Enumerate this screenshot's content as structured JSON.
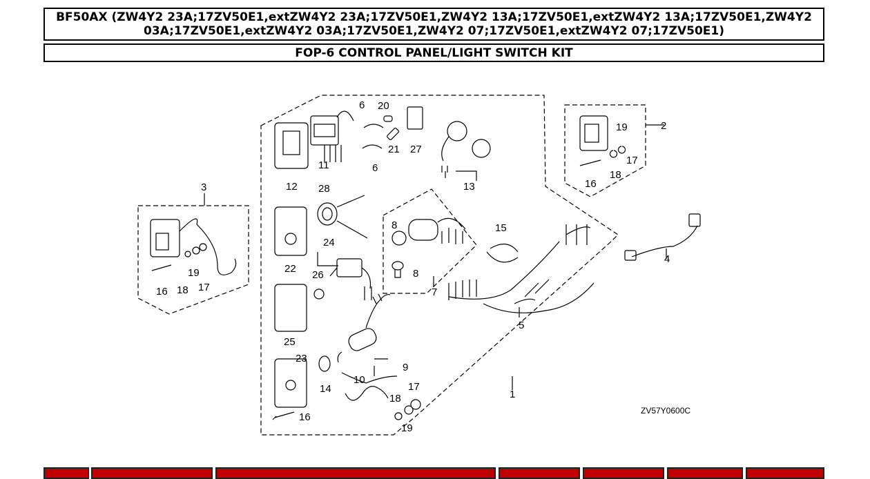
{
  "header": {
    "title": "BF50AX (ZW4Y2 23A;17ZV50E1,extZW4Y2 23A;17ZV50E1,ZW4Y2 13A;17ZV50E1,extZW4Y2 13A;17ZV50E1,ZW4Y2 03A;17ZV50E1,extZW4Y2 03A;17ZV50E1,ZW4Y2 07;17ZV50E1,extZW4Y2 07;17ZV50E1)",
    "subtitle": "FOP-6 CONTROL PANEL/LIGHT SWITCH KIT"
  },
  "diagram": {
    "code": "ZV57Y0600C",
    "callouts": {
      "c1": "1",
      "c2": "2",
      "c3": "3",
      "c4": "4",
      "c5": "5",
      "c6a": "6",
      "c6b": "6",
      "c7": "7",
      "c8a": "8",
      "c8b": "8",
      "c9": "9",
      "c10": "10",
      "c11": "11",
      "c12": "12",
      "c13": "13",
      "c14": "14",
      "c15": "15",
      "c16a": "16",
      "c16b": "16",
      "c16c": "16",
      "c17a": "17",
      "c17b": "17",
      "c17c": "17",
      "c18a": "18",
      "c18b": "18",
      "c18c": "18",
      "c19a": "19",
      "c19b": "19",
      "c19c": "19",
      "c20": "20",
      "c21": "21",
      "c22": "22",
      "c23": "23",
      "c24": "24",
      "c25": "25",
      "c26": "26",
      "c27": "27",
      "c28": "28"
    }
  },
  "colors": {
    "table_header": "#c00000",
    "border": "#000000"
  }
}
